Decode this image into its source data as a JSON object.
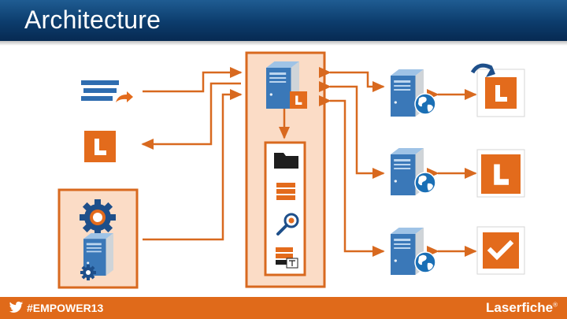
{
  "header": {
    "title": "Architecture"
  },
  "footer": {
    "hashtag": "#EMPOWER13",
    "brand": "Laserfiche",
    "brand_mark": "®"
  },
  "diagram": {
    "l_glyph": "L",
    "colors": {
      "brand_orange": "#e36b1c",
      "line_orange": "#d8691f",
      "panel_fill": "#fbdcc6",
      "server_blue": "#3a78b8",
      "header_blue": "#0c3c6c"
    },
    "icons": [
      "documents-icon",
      "laserfiche-logo-icon",
      "gear-icon",
      "server-icon",
      "folder-icon",
      "database-icon",
      "search-icon",
      "globe-icon",
      "checkmark-icon"
    ]
  }
}
